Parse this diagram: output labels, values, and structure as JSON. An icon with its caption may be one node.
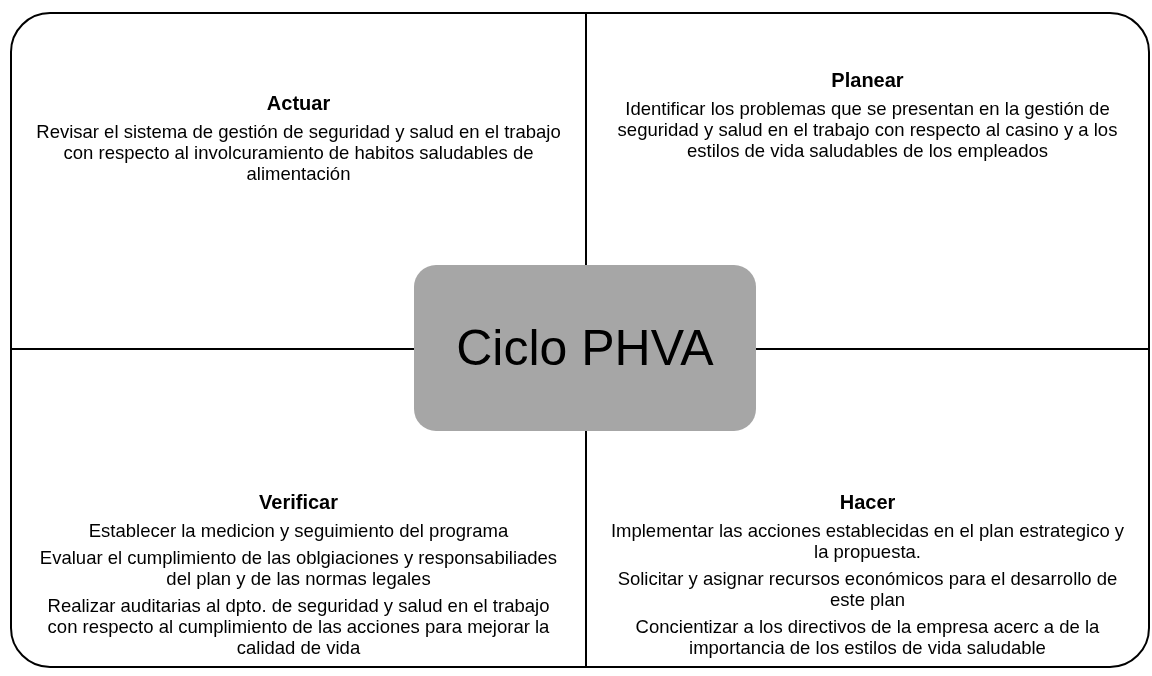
{
  "diagram": {
    "nodes": [
      {
        "text": [
          "Actuar",
          "Revisar el sistema de gestión de seguridad y salud en el trabajo con respecto al involcuramiento de habitos saludables de alimentación"
        ]
      },
      {
        "text": [
          "Planear",
          "Identificar los problemas que se presentan en la gestión de seguridad y salud en el trabajo con respecto al casino y a los estilos de vida saludables de los empleados"
        ]
      },
      {
        "text": [
          "Ciclo PHVA"
        ]
      },
      {
        "text": [
          "Verificar",
          "Establecer la medicion y seguimiento del programa",
          "Evaluar el cumplimiento de las oblgiaciones y responsabiliades del plan y de las normas legales",
          "Realizar auditarias al dpto. de seguridad y salud en el trabajo con respecto al cumplimiento de las acciones para mejorar la calidad de vida"
        ]
      },
      {
        "text": [
          "Hacer",
          "Implementar las acciones establecidas en el plan estrategico y la propuesta.",
          "Solicitar y asignar recursos económicos para el desarrollo de este plan",
          "Concientizar a los directivos de la empresa acerc a de la importancia de los estilos de vida saludable"
        ]
      }
    ]
  }
}
